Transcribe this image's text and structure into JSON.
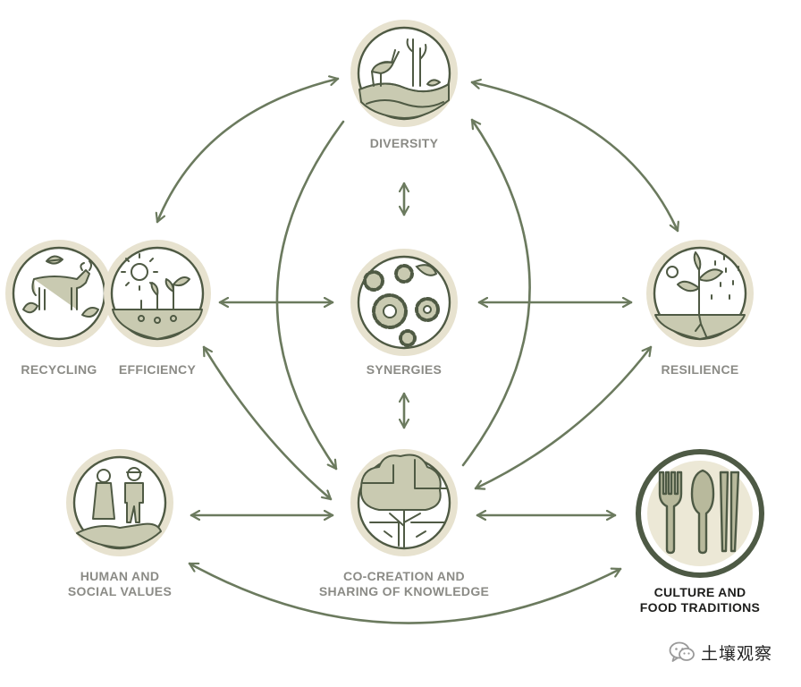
{
  "nodes": [
    {
      "id": "diversity",
      "lines": [
        "DIVERSITY"
      ],
      "icon": "grazing-animal-wetland-icon"
    },
    {
      "id": "recycling",
      "lines": [
        "RECYCLING"
      ],
      "icon": "cow-leaves-icon"
    },
    {
      "id": "efficiency",
      "lines": [
        "EFFICIENCY"
      ],
      "icon": "sun-seedlings-icon"
    },
    {
      "id": "synergies",
      "lines": [
        "SYNERGIES"
      ],
      "icon": "gears-icon"
    },
    {
      "id": "resilience",
      "lines": [
        "RESILIENCE"
      ],
      "icon": "plant-rain-icon"
    },
    {
      "id": "human-social-values",
      "lines": [
        "HUMAN AND",
        "SOCIAL VALUES"
      ],
      "icon": "people-hand-icon"
    },
    {
      "id": "co-creation",
      "lines": [
        "CO-CREATION AND",
        "SHARING OF KNOWLEDGE"
      ],
      "icon": "tree-puzzle-icon"
    },
    {
      "id": "culture-food",
      "lines": [
        "CULTURE AND",
        "FOOD TRADITIONS"
      ],
      "icon": "fork-spoon-chopsticks-icon"
    }
  ],
  "watermark": {
    "text": "土壤观察",
    "icon": "wechat-icon"
  },
  "colors": {
    "line": "#6b7a5e",
    "icon_fill": "#c9cab1",
    "ring": "#e7e2cf",
    "label": "#8b8b86",
    "label_highlight": "#1d1d1b",
    "highlight_ring": "#4e5a45"
  }
}
